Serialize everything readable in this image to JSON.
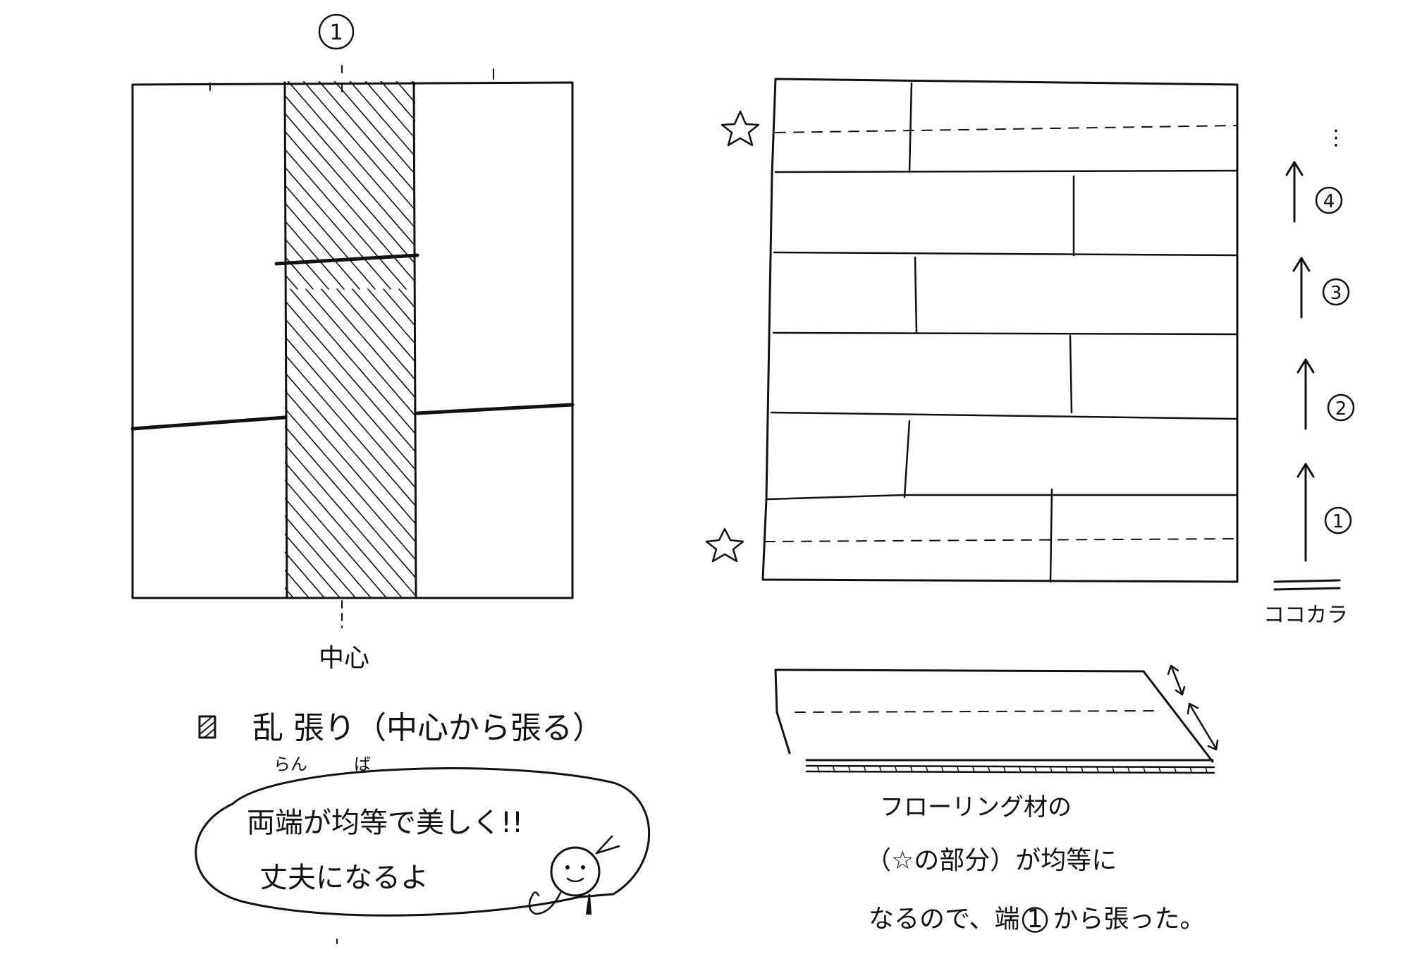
{
  "left_diagram": {
    "center_marker": "1",
    "center_label": "中心"
  },
  "legend": {
    "title": "乱 張り（中心から張る）",
    "ruby_ran": "らん",
    "ruby_ba": "ば"
  },
  "bubble": {
    "line1": "両端が均等で美しく!!",
    "line2": "丈夫になるよ"
  },
  "right_diagram": {
    "steps": [
      "1",
      "2",
      "3",
      "4"
    ],
    "start_label": "ココカラ",
    "ellipsis": "⋮"
  },
  "note": {
    "line1": "フローリング材の",
    "line2": "（☆の部分）が均等に",
    "line3_a": "なるので、端",
    "line3_num": "1",
    "line3_b": "から張った。"
  }
}
